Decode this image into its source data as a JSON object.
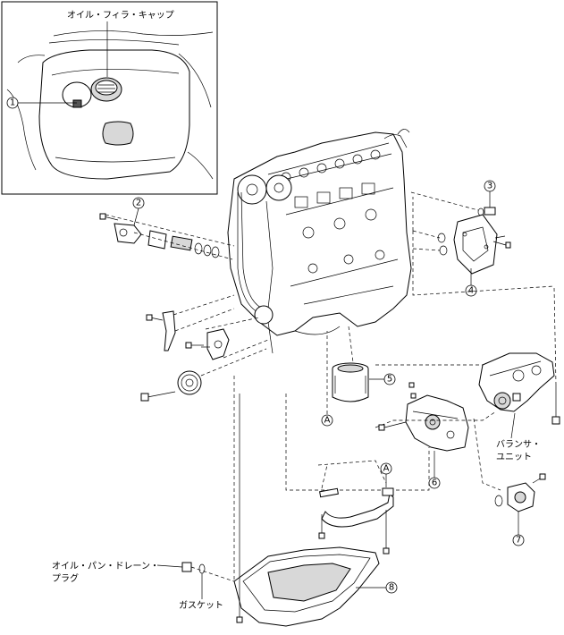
{
  "labels": {
    "oil_filler_cap": "オイル・フィラ・キャップ",
    "balancer_unit_line1": "バランサ・",
    "balancer_unit_line2": "ユニット",
    "oil_pan_drain_plug_line1": "オイル・パン・ドレーン・",
    "oil_pan_drain_plug_line2": "プラグ",
    "gasket": "ガスケット"
  },
  "callouts": {
    "c1": "1",
    "c2": "2",
    "c3": "3",
    "c4": "4",
    "c5": "5",
    "c6": "6",
    "c7": "7",
    "c8": "8",
    "ref_a_left": "A",
    "ref_a_right": "A"
  }
}
